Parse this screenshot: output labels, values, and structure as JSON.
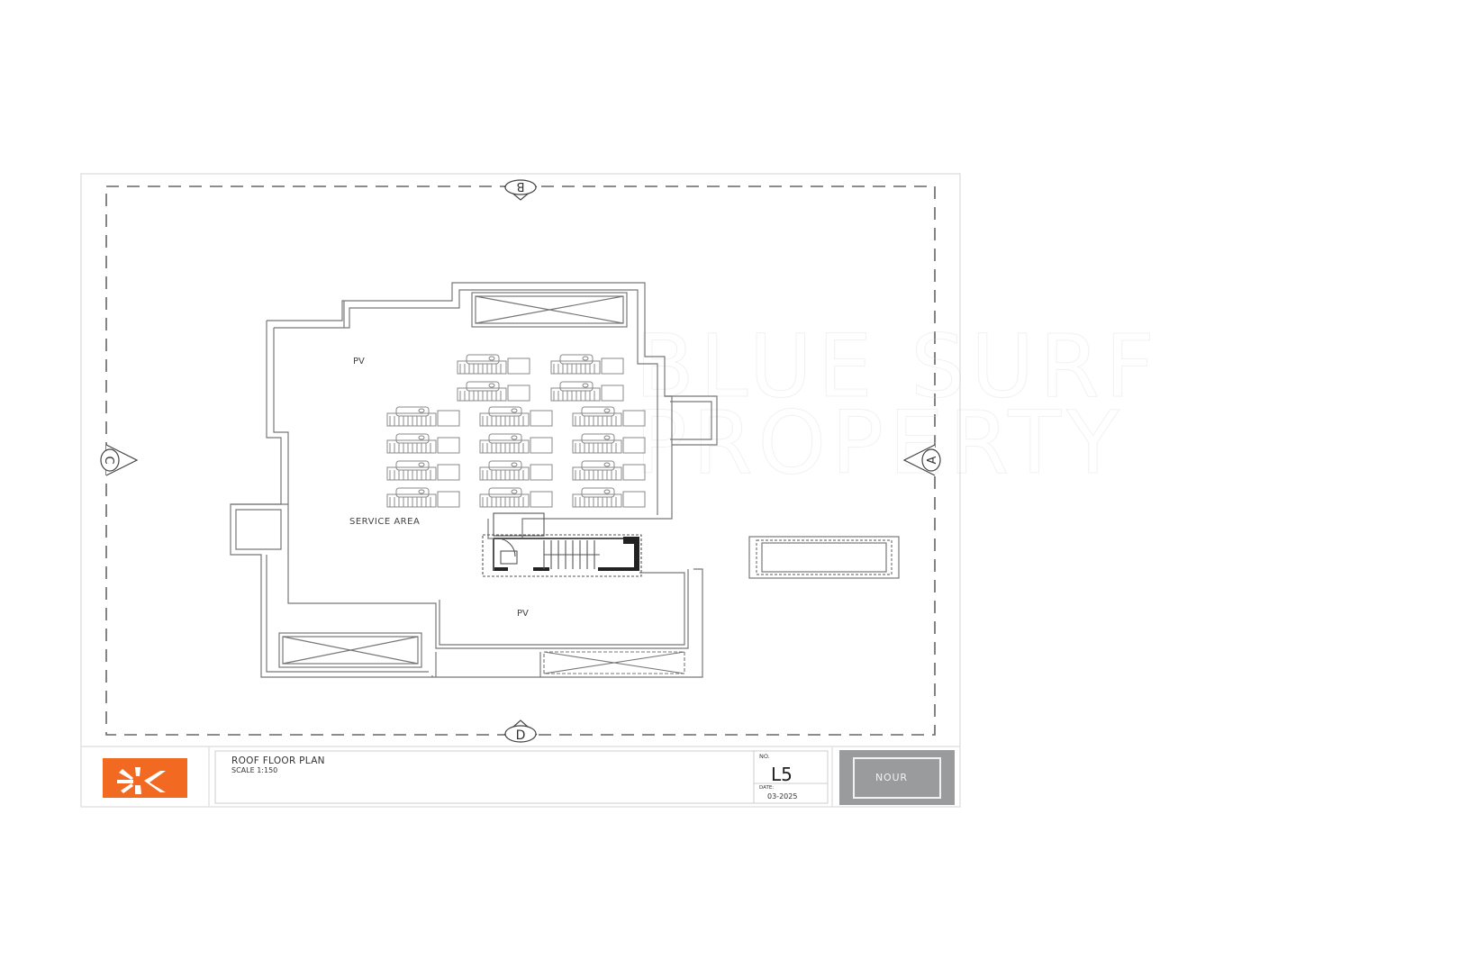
{
  "drawing": {
    "title": "ROOF FLOOR PLAN",
    "scale": "SCALE 1:150",
    "sheet_no_label": "NO.",
    "sheet_no": "L5",
    "date_label": "DATE:",
    "date": "03-2025",
    "project_name": "NOUR",
    "watermark_line1": "BLUE SURF",
    "watermark_line2": "PROPERTY"
  },
  "section_markers": {
    "top": "B",
    "right": "A",
    "bottom": "D",
    "left": "C"
  },
  "room_labels": {
    "pv_top": "PV",
    "service_area": "SERVICE AREA",
    "pv_bottom": "PV"
  },
  "colors": {
    "brand_orange": "#F26A21",
    "project_box_gray": "#9A9B9D",
    "line": "#7a7a7a",
    "frame": "#dddddd"
  },
  "solar_heaters": {
    "count": 16
  }
}
